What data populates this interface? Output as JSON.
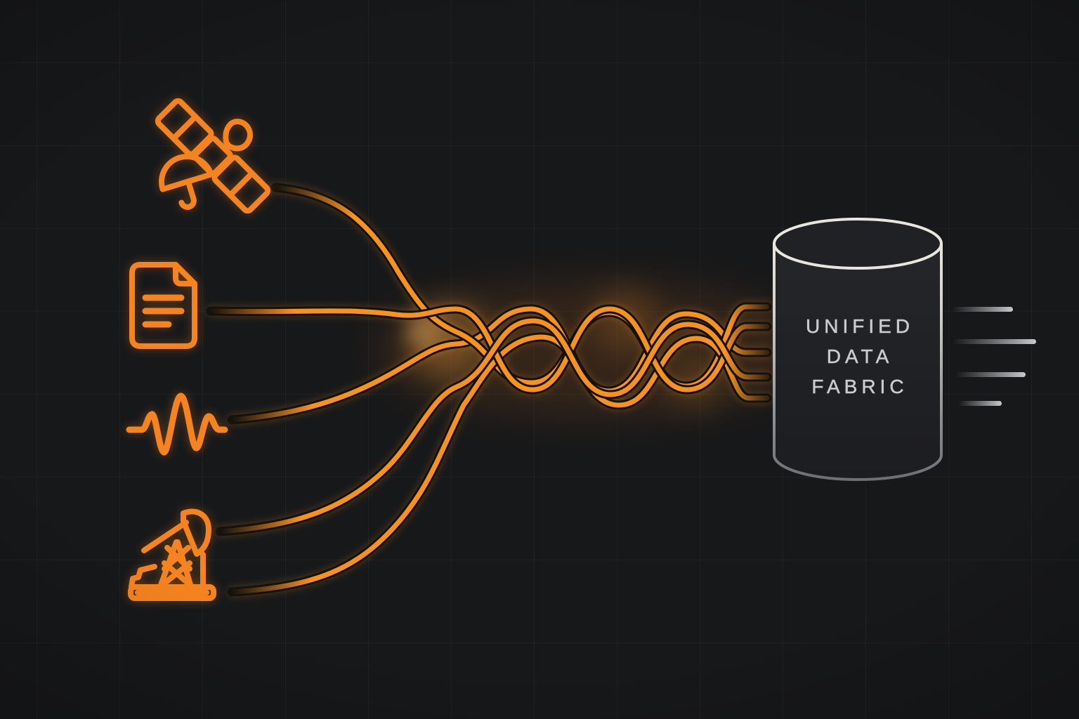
{
  "illustration": {
    "title": "Unified Data Fabric",
    "cylinder": {
      "label_lines": [
        "UNIFIED",
        "DATA",
        "FABRIC"
      ]
    },
    "sources": [
      {
        "icon": "satellite-icon"
      },
      {
        "icon": "document-icon"
      },
      {
        "icon": "waveform-icon"
      },
      {
        "icon": "pumpjack-icon"
      }
    ],
    "stream_count": 5,
    "motion_lines_count": 4,
    "colors": {
      "background": "#17181a",
      "grid_line": "#2a2b2f",
      "stream_orange": "#f8921f",
      "stream_glow": "#ff9d2f",
      "icon_orange": "#f5831f",
      "cylinder_stroke_light": "#efece5",
      "cylinder_stroke_dark": "#6c6d71",
      "cylinder_fill": "#202125",
      "label_text": "#c9cbce",
      "motion_line": "#c7c8cb"
    }
  }
}
